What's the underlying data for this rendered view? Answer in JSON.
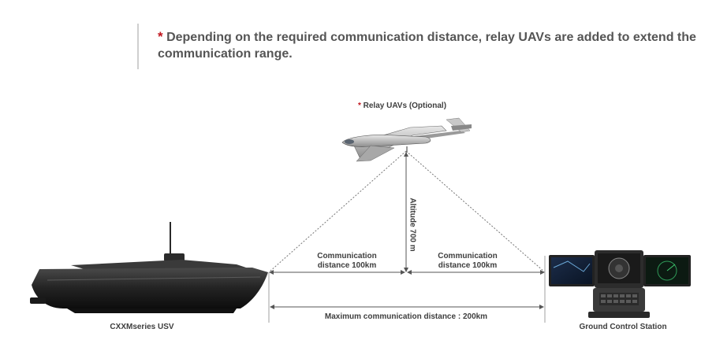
{
  "note": {
    "star": "*",
    "text": "Depending on the required communication distance, relay UAVs are added to extend the communication range."
  },
  "relay": {
    "star": "*",
    "label": "Relay UAVs (Optional)"
  },
  "altitude": {
    "label": "Altitude 700 m"
  },
  "comm_left": {
    "line1": "Communication",
    "line2": "distance 100km"
  },
  "comm_right": {
    "line1": "Communication",
    "line2": "distance 100km"
  },
  "max_distance": {
    "label": "Maximum communication distance : 200km"
  },
  "usv": {
    "label": "CXXMseries USV"
  },
  "gcs": {
    "label": "Ground Control Station"
  },
  "colors": {
    "accent": "#c0141c",
    "text": "#4a4a4a",
    "line": "#8a8a8a"
  },
  "icons": [
    "uav-icon",
    "usv-boat-icon",
    "ground-control-station-icon"
  ]
}
